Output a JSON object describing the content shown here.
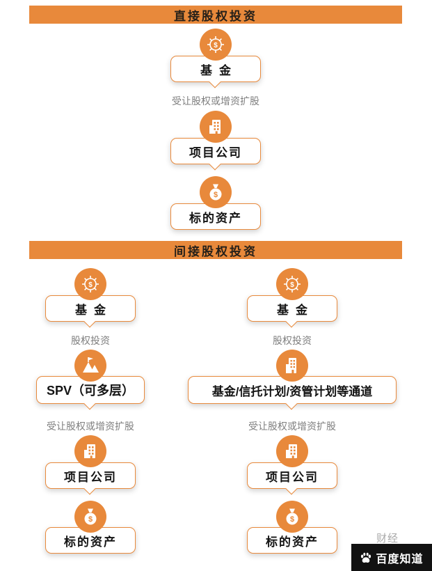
{
  "colors": {
    "orange": "#E8893B",
    "header_text": "#262019",
    "connector_gray": "#7f7f7f",
    "watermark_bg": "#121212"
  },
  "section_direct": {
    "title": "直接股权投资",
    "fund_label": "基金",
    "connector_transfer": "受让股权或增资扩股",
    "project_label": "项目公司",
    "asset_label": "标的资产"
  },
  "section_indirect": {
    "title": "间接股权投资",
    "left": {
      "fund_label": "基金",
      "connector_equity": "股权投资",
      "spv_label": "SPV（可多层）",
      "connector_transfer": "受让股权或增资扩股",
      "project_label": "项目公司",
      "asset_label": "标的资产"
    },
    "right": {
      "fund_label": "基金",
      "connector_equity": "股权投资",
      "channel_label": "基金/信托计划/资管计划等通道",
      "connector_transfer": "受让股权或增资扩股",
      "project_label": "项目公司",
      "asset_label": "标的资产"
    }
  },
  "watermark": {
    "fragment": "财经",
    "badge": "百度知道"
  },
  "icons": {
    "fund": "gear-coin-icon",
    "project": "building-icon",
    "asset": "moneybag-icon",
    "spv": "mountain-flag-icon",
    "channel": "building-icon",
    "badge": "baidu-paw-icon"
  }
}
